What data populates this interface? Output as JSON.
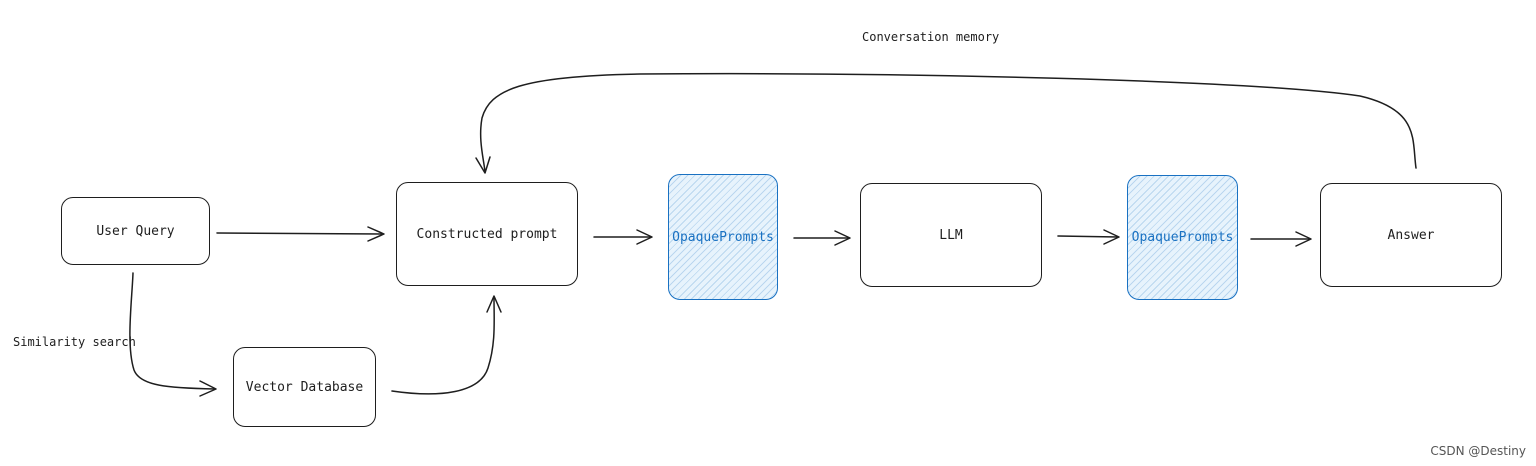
{
  "nodes": {
    "user_query": "User Query",
    "constructed_prompt": "Constructed prompt",
    "opaque_prompts_1": "OpaquePrompts",
    "llm": "LLM",
    "opaque_prompts_2": "OpaquePrompts",
    "answer": "Answer",
    "vector_database": "Vector Database"
  },
  "edge_labels": {
    "conversation_memory": "Conversation memory",
    "similarity_search": "Similarity search"
  },
  "watermark": "CSDN @Destiny",
  "colors": {
    "stroke": "#1e1e1e",
    "highlight_stroke": "#1971c2",
    "highlight_fill": "#e7f3fc"
  }
}
